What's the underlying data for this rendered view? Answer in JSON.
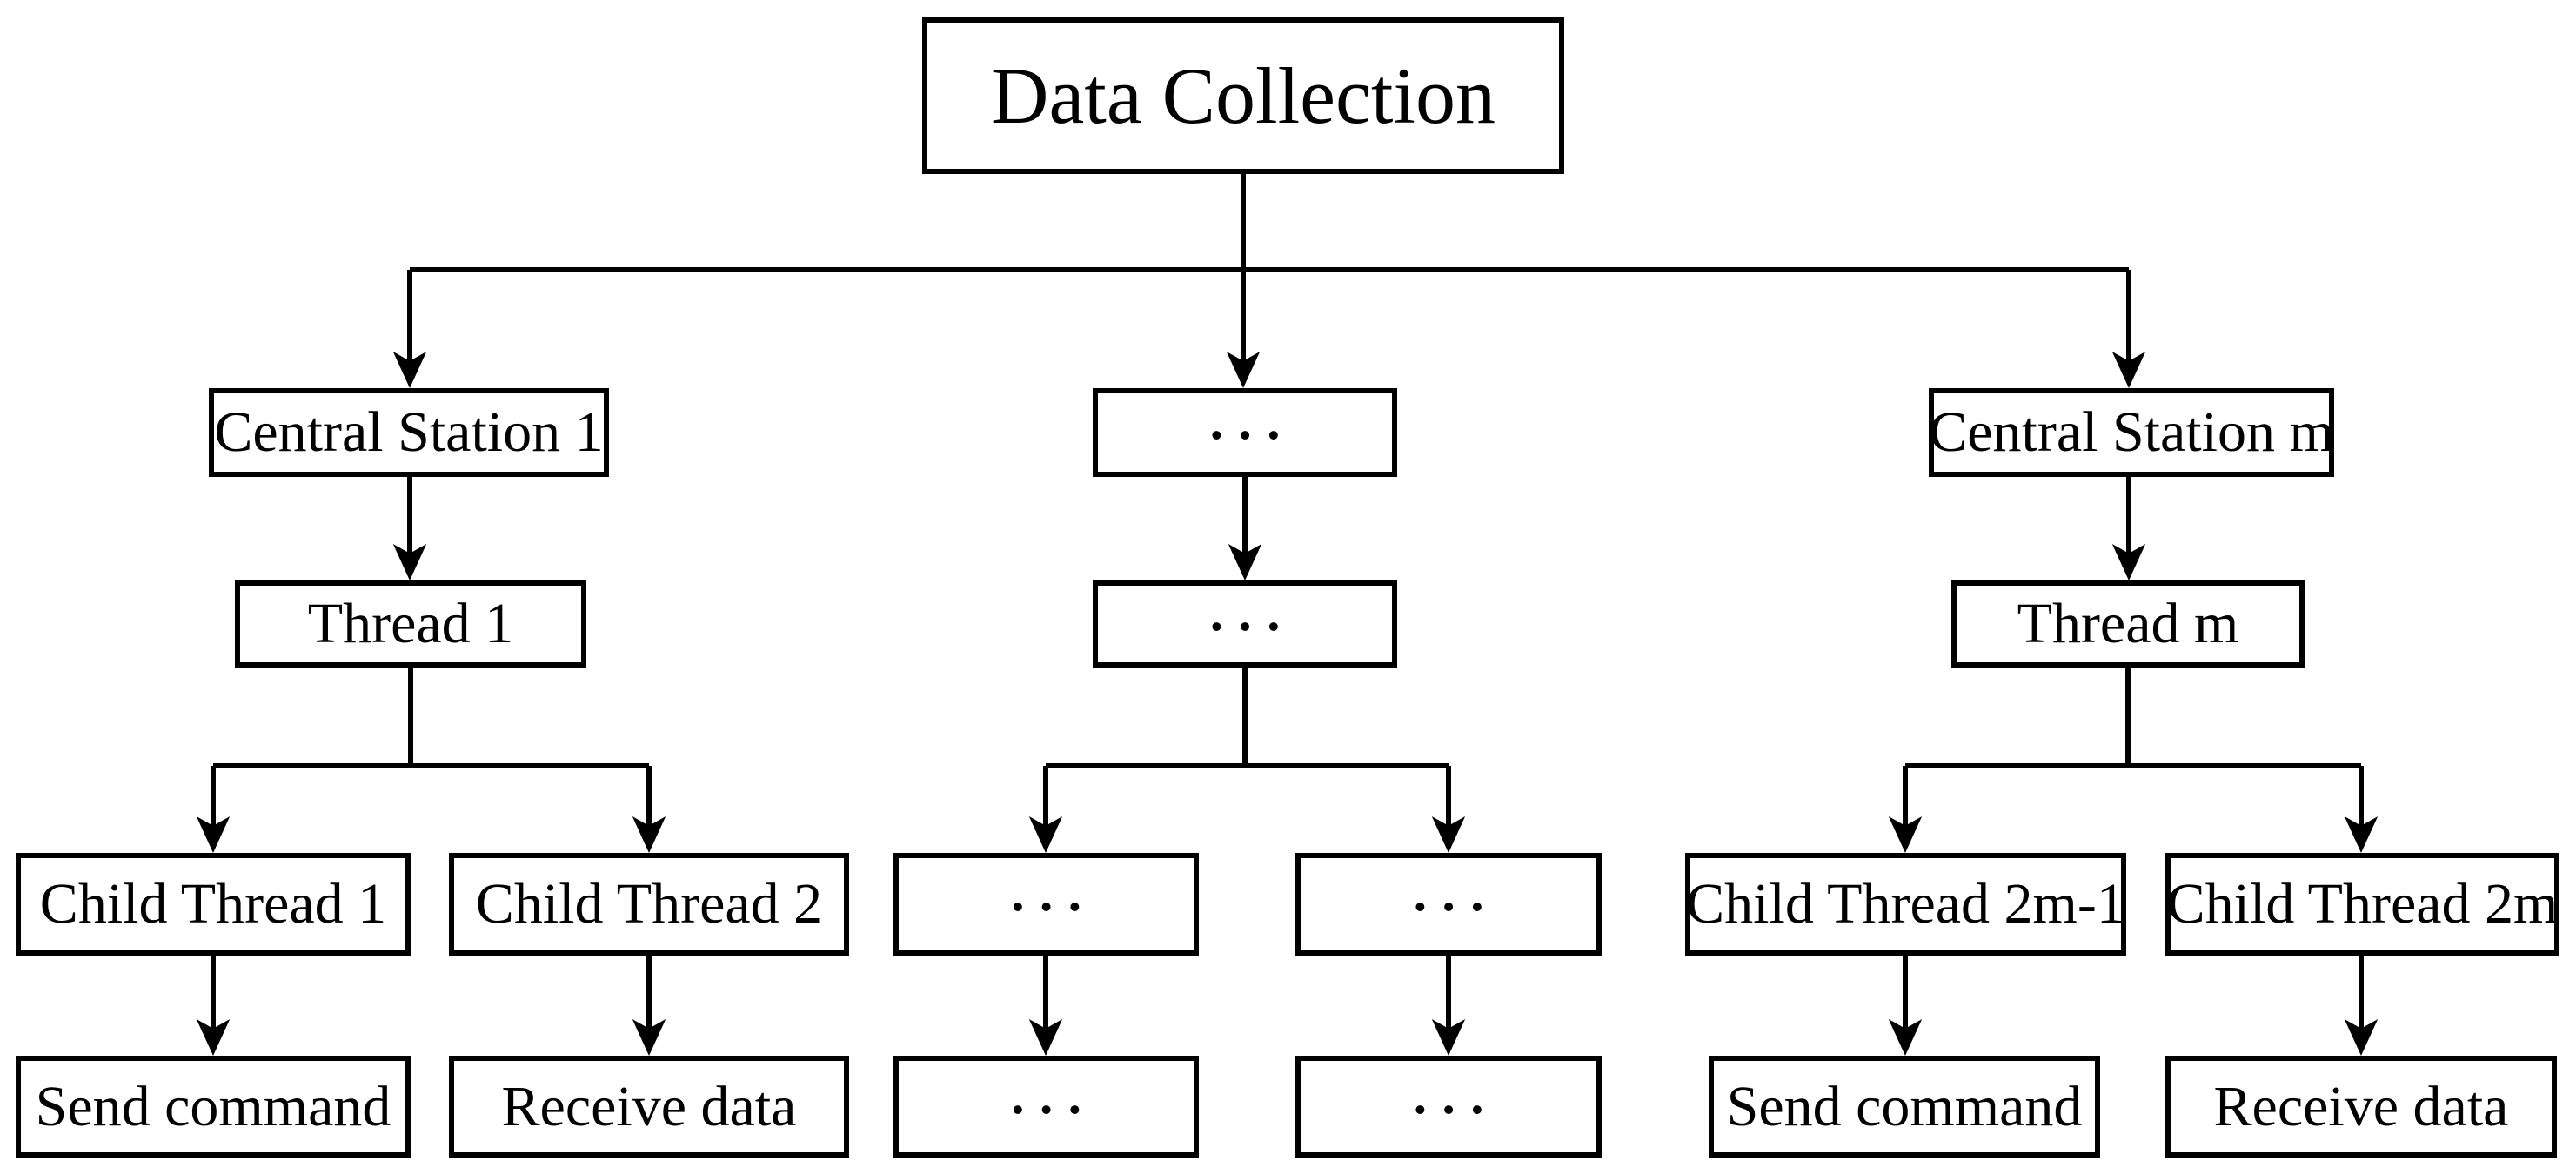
{
  "figure": {
    "colors": {
      "ink": "#000000",
      "paper": "#ffffff"
    },
    "nodes": [
      {
        "id": "data-collection",
        "label": "Data Collection"
      },
      {
        "id": "central-station-1",
        "label": "Central Station 1"
      },
      {
        "id": "ellipsis-stations",
        "label": "..."
      },
      {
        "id": "central-station-m",
        "label": "Central Station m"
      },
      {
        "id": "thread-1",
        "label": "Thread 1"
      },
      {
        "id": "ellipsis-threads",
        "label": "..."
      },
      {
        "id": "thread-m",
        "label": "Thread m"
      },
      {
        "id": "child-thread-1",
        "label": "Child Thread 1"
      },
      {
        "id": "child-thread-2",
        "label": "Child Thread 2"
      },
      {
        "id": "ellipsis-child-left",
        "label": "..."
      },
      {
        "id": "ellipsis-child-right",
        "label": "..."
      },
      {
        "id": "child-thread-2m-1",
        "label": "Child Thread 2m-1"
      },
      {
        "id": "child-thread-2m",
        "label": "Child Thread 2m"
      },
      {
        "id": "send-command-left",
        "label": "Send command"
      },
      {
        "id": "receive-data-left",
        "label": "Receive data"
      },
      {
        "id": "ellipsis-bottom-left",
        "label": "..."
      },
      {
        "id": "ellipsis-bottom-right",
        "label": "..."
      },
      {
        "id": "send-command-right",
        "label": "Send command"
      },
      {
        "id": "receive-data-right",
        "label": "Receive data"
      }
    ]
  }
}
